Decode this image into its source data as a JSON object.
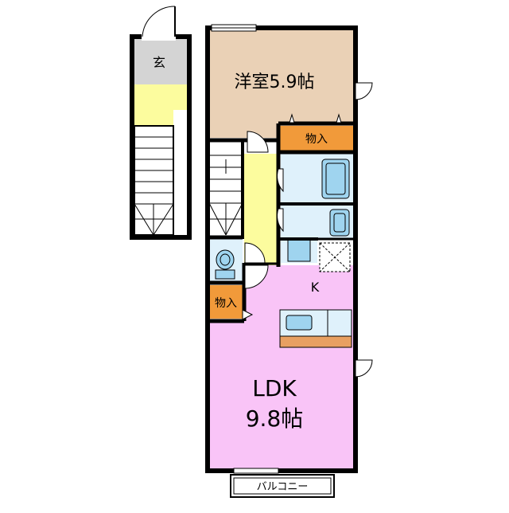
{
  "labels": {
    "entrance": "玄",
    "western_room": "洋室5.9帖",
    "storage_upper": "物入",
    "storage_lower": "物入",
    "kitchen": "K",
    "ldk_name": "LDK",
    "ldk_size": "9.8帖",
    "balcony": "バルコニー"
  },
  "colors": {
    "wall": "#000000",
    "western_room": "#ead1b6",
    "ldk": "#f9c4f7",
    "entrance": "#d4d4d4",
    "corridor": "#fcfc9e",
    "storage": "#f19a3a",
    "wet_area": "#dff1fb",
    "fixture": "#9fd4ef",
    "kitchen_counter": "#e8a062",
    "background": "#ffffff"
  }
}
